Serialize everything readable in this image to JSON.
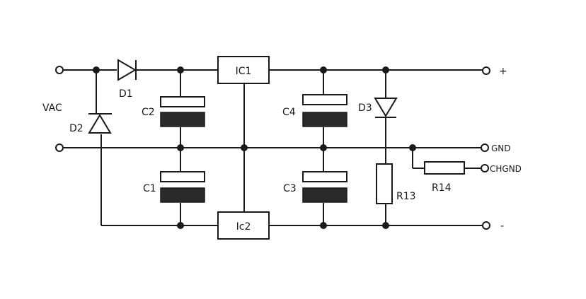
{
  "labels": {
    "vac": "VAC",
    "d1": "D1",
    "d2": "D2",
    "d3": "D3",
    "c1": "C1",
    "c2": "C2",
    "c3": "C3",
    "c4": "C4",
    "ic1": "IC1",
    "ic2": "Ic2",
    "r13": "R13",
    "r14": "R14",
    "plus": "+",
    "minus": "-",
    "gnd": "GND",
    "chgnd": "CHGND"
  },
  "colors": {
    "ink": "#1a1a1a",
    "background": "#ffffff"
  }
}
